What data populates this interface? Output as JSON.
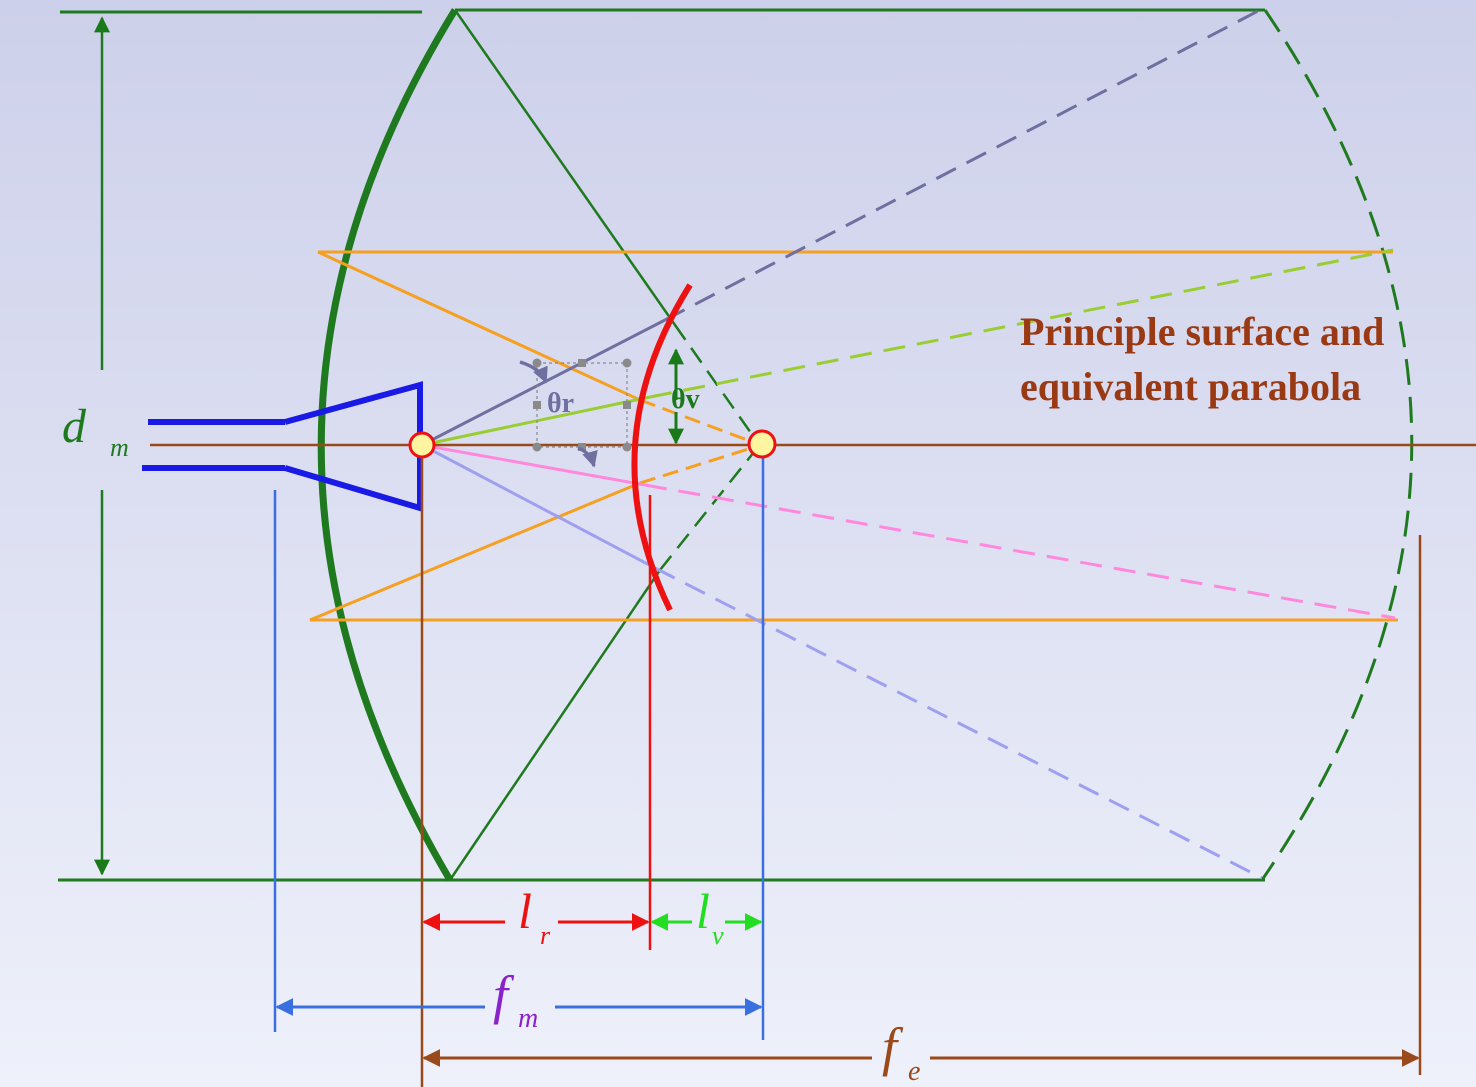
{
  "annotation": {
    "line1": "Principle surface and",
    "line2": "equivalent parabola"
  },
  "labels": {
    "dm_main": "d",
    "dm_sub": "m",
    "theta_r": "θr",
    "theta_v": "θv",
    "lr_main": "l",
    "lr_sub": "r",
    "lv_main": "l",
    "lv_sub": "v",
    "fm_main": "f",
    "fm_sub": "m",
    "fe_main": "f",
    "fe_sub": "e"
  },
  "colors": {
    "background_top": "#cdd0ea",
    "background_bottom": "#eef1fa",
    "main_reflector": "#1f7a1f",
    "subreflector": "#ee1111",
    "feed_horn": "#1a1ae6",
    "axis": "#9a4a1a",
    "rays_orange": "#f5a020",
    "ray_lime": "#9acd32",
    "ray_pink": "#ff88dd",
    "ray_purple": "#6f6fa0",
    "ray_lavender": "#9f9ff0",
    "dimension_blue": "#3a6fe0",
    "annotation_text": "#9a3a14",
    "fm_label": "#8a22cc",
    "lv_label": "#22dd22"
  }
}
